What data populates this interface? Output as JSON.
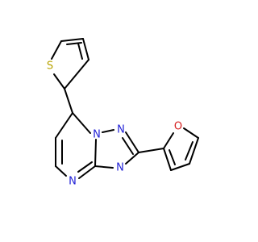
{
  "diagram": {
    "colors": {
      "bond": "#000000",
      "nitrogen": "#1f1fd6",
      "oxygen": "#d62020",
      "sulfur": "#b8a300",
      "background": "#ffffff"
    },
    "atoms": {
      "s1": {
        "element": "S"
      },
      "n_bridge": {
        "element": "N"
      },
      "n_triazole_top": {
        "element": "N"
      },
      "n_triazole_right": {
        "element": "N"
      },
      "n_pyrimidine": {
        "element": "N"
      },
      "o_furan": {
        "element": "O"
      }
    }
  }
}
